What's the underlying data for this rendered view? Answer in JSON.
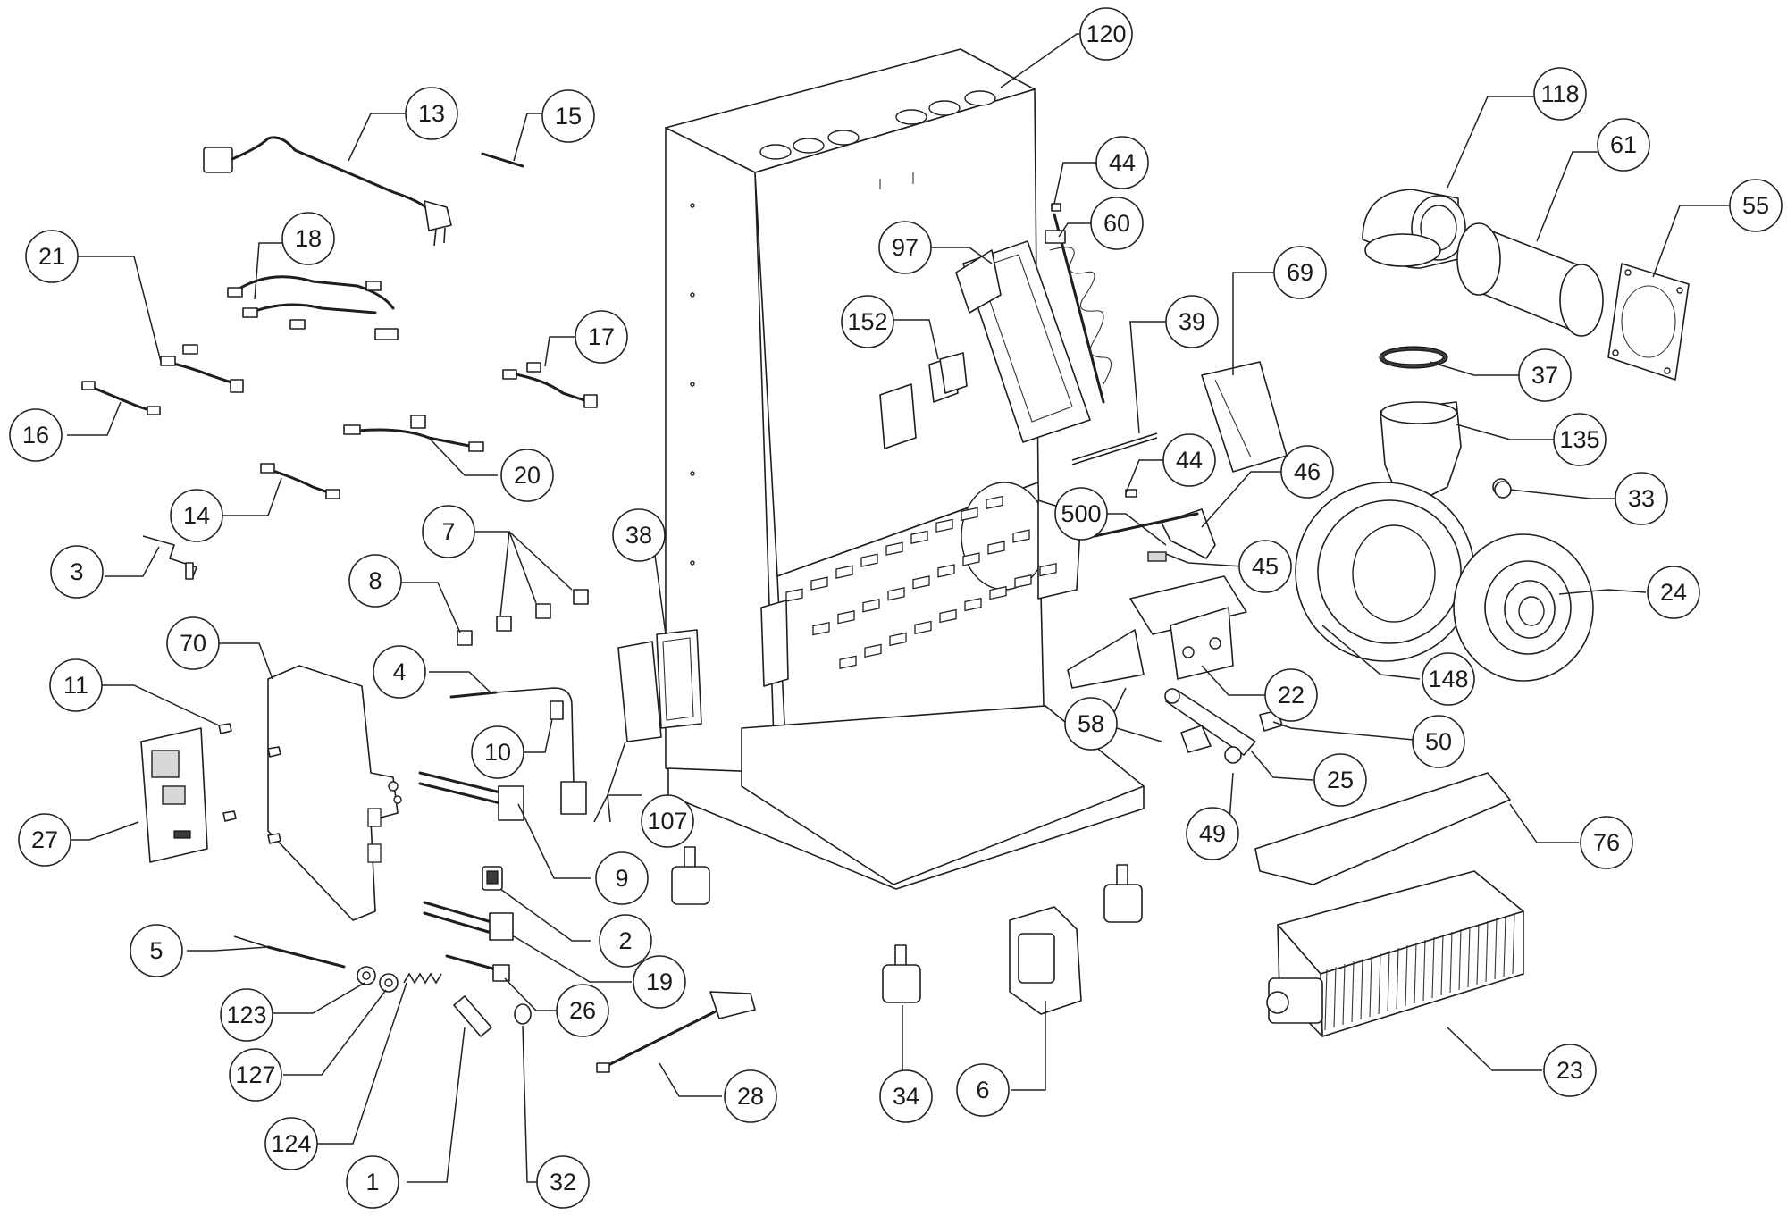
{
  "diagram": {
    "callouts": [
      {
        "id": "c120",
        "label": "120"
      },
      {
        "id": "c13",
        "label": "13"
      },
      {
        "id": "c15",
        "label": "15"
      },
      {
        "id": "c118",
        "label": "118"
      },
      {
        "id": "c61",
        "label": "61"
      },
      {
        "id": "c55",
        "label": "55"
      },
      {
        "id": "c44a",
        "label": "44"
      },
      {
        "id": "c60",
        "label": "60"
      },
      {
        "id": "c97",
        "label": "97"
      },
      {
        "id": "c18",
        "label": "18"
      },
      {
        "id": "c21",
        "label": "21"
      },
      {
        "id": "c17",
        "label": "17"
      },
      {
        "id": "c152",
        "label": "152"
      },
      {
        "id": "c39",
        "label": "39"
      },
      {
        "id": "c69",
        "label": "69"
      },
      {
        "id": "c37",
        "label": "37"
      },
      {
        "id": "c16",
        "label": "16"
      },
      {
        "id": "c20",
        "label": "20"
      },
      {
        "id": "c135",
        "label": "135"
      },
      {
        "id": "c44b",
        "label": "44"
      },
      {
        "id": "c46",
        "label": "46"
      },
      {
        "id": "c33",
        "label": "33"
      },
      {
        "id": "c14",
        "label": "14"
      },
      {
        "id": "c500",
        "label": "500"
      },
      {
        "id": "c7",
        "label": "7"
      },
      {
        "id": "c38",
        "label": "38"
      },
      {
        "id": "c3",
        "label": "3"
      },
      {
        "id": "c45",
        "label": "45"
      },
      {
        "id": "c24",
        "label": "24"
      },
      {
        "id": "c8",
        "label": "8"
      },
      {
        "id": "c70",
        "label": "70"
      },
      {
        "id": "c4",
        "label": "4"
      },
      {
        "id": "c22",
        "label": "22"
      },
      {
        "id": "c148",
        "label": "148"
      },
      {
        "id": "c11",
        "label": "11"
      },
      {
        "id": "c58",
        "label": "58"
      },
      {
        "id": "c50",
        "label": "50"
      },
      {
        "id": "c10",
        "label": "10"
      },
      {
        "id": "c25",
        "label": "25"
      },
      {
        "id": "c107",
        "label": "107"
      },
      {
        "id": "c27",
        "label": "27"
      },
      {
        "id": "c49",
        "label": "49"
      },
      {
        "id": "c76",
        "label": "76"
      },
      {
        "id": "c9",
        "label": "9"
      },
      {
        "id": "c2",
        "label": "2"
      },
      {
        "id": "c5",
        "label": "5"
      },
      {
        "id": "c19",
        "label": "19"
      },
      {
        "id": "c123",
        "label": "123"
      },
      {
        "id": "c26",
        "label": "26"
      },
      {
        "id": "c23",
        "label": "23"
      },
      {
        "id": "c127",
        "label": "127"
      },
      {
        "id": "c28",
        "label": "28"
      },
      {
        "id": "c34",
        "label": "34"
      },
      {
        "id": "c6",
        "label": "6"
      },
      {
        "id": "c124",
        "label": "124"
      },
      {
        "id": "c1",
        "label": "1"
      },
      {
        "id": "c32",
        "label": "32"
      }
    ]
  }
}
